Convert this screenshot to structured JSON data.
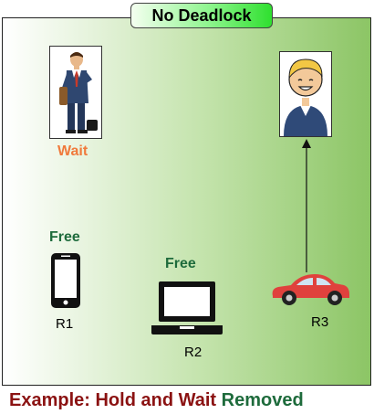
{
  "title": "No Deadlock",
  "process_1": {
    "status": "Wait"
  },
  "resources": {
    "r1": {
      "status": "Free",
      "label": "R1"
    },
    "r2": {
      "status": "Free",
      "label": "R2"
    },
    "r3": {
      "label": "R3"
    }
  },
  "footer": {
    "part1": "Example: Hold and Wait",
    "part2": "Removed"
  },
  "colors": {
    "wait": "#f07a3c",
    "free": "#1e6b3c",
    "footer_dark_red": "#8b1212",
    "footer_green": "#1e6b3c",
    "car": "#e0413d"
  }
}
